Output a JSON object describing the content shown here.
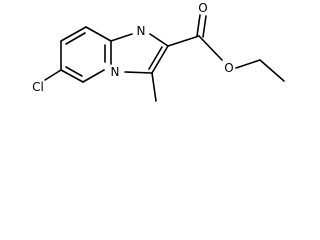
{
  "molecule": {
    "atoms": {
      "chlorine": "Cl",
      "ring_nitrogen_top": "N",
      "ring_nitrogen_bridgehead": "N",
      "carbonyl_oxygen": "O",
      "ester_oxygen": "O"
    },
    "colors": {
      "bond": "#000000",
      "label": "#000000",
      "background": "#ffffff"
    }
  }
}
